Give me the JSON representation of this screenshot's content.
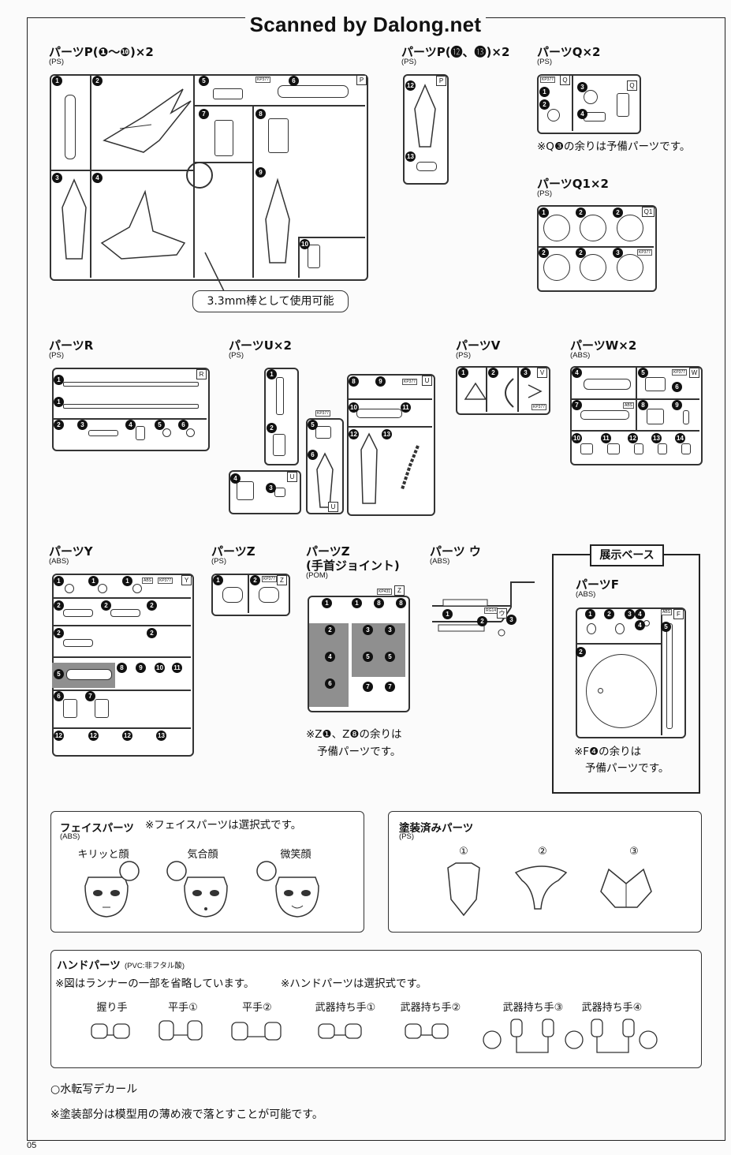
{
  "watermark": "Scanned by Dalong.net",
  "page_number": "05",
  "sections": {
    "p1": {
      "title": "パーツP(❶〜❿)×2",
      "material": "(PS)",
      "callout": "3.3mm棒として使用可能"
    },
    "p2": {
      "title": "パーツP(⓬、⓭)×2",
      "material": "(PS)"
    },
    "q": {
      "title": "パーツQ×2",
      "material": "(PS)",
      "note": "※Q❸の余りは予備パーツです。"
    },
    "q1": {
      "title": "パーツQ1×2",
      "material": "(PS)"
    },
    "r": {
      "title": "パーツR",
      "material": "(PS)"
    },
    "u": {
      "title": "パーツU×2",
      "material": "(PS)"
    },
    "v": {
      "title": "パーツV",
      "material": "(PS)"
    },
    "w": {
      "title": "パーツW×2",
      "material": "(ABS)"
    },
    "y": {
      "title": "パーツY",
      "material": "(ABS)"
    },
    "z": {
      "title": "パーツZ",
      "material": "(PS)"
    },
    "zpom": {
      "title": "パーツZ",
      "subtitle": "(手首ジョイント)",
      "material": "(POM)",
      "note1": "※Z❶、Z❽の余りは",
      "note2": "予備パーツです。"
    },
    "u2": {
      "title": "パーツ ウ",
      "material": "(ABS)"
    },
    "base": {
      "heading": "展示ベース",
      "title": "パーツF",
      "material": "(ABS)",
      "note1": "※F❹の余りは",
      "note2": "予備パーツです。"
    }
  },
  "face_panel": {
    "title": "フェイスパーツ",
    "material": "(ABS)",
    "note": "※フェイスパーツは選択式です。",
    "faces": [
      "キリッと顔",
      "気合顔",
      "微笑顔"
    ]
  },
  "painted_panel": {
    "title": "塗装済みパーツ",
    "material": "(PS)",
    "items": [
      "①",
      "②",
      "③"
    ]
  },
  "hand_panel": {
    "title": "ハンドパーツ",
    "material": "(PVC:非フタル酸)",
    "note1": "※図はランナーの一部を省略しています。",
    "note2": "※ハンドパーツは選択式です。",
    "hands": [
      "握り手",
      "平手①",
      "平手②",
      "武器持ち手①",
      "武器持ち手②",
      "武器持ち手③",
      "武器持ち手④"
    ]
  },
  "footer": {
    "decal": "○水転写デカール",
    "paint_note": "※塗装部分は模型用の薄め液で落とすことが可能です。"
  },
  "runner_tags": {
    "p": "P",
    "q": "Q",
    "q1": "Q1",
    "r": "R",
    "u": "U",
    "v": "V",
    "w": "W",
    "y": "Y",
    "z": "Z",
    "f": "F",
    "u2": "ウ"
  },
  "part_numbers": [
    "1",
    "2",
    "3",
    "4",
    "5",
    "6",
    "7",
    "8",
    "9",
    "10",
    "11",
    "12",
    "13",
    "14"
  ],
  "kp_labels": {
    "kp377": "KP377",
    "kp431": "KP431",
    "abs": "ABS",
    "rg": "RG14"
  }
}
